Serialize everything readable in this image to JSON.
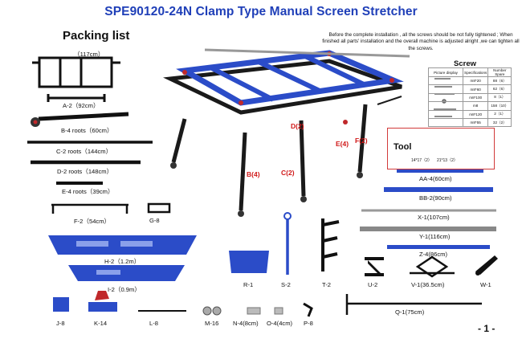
{
  "title": "SPE90120-24N Clamp Type Manual  Screen Stretcher",
  "packing_list": "Packing list",
  "note": "Before the complete installation , all the screws should be not fully tightened ; When finished all parts' installation and the overall machine is adjusted alright ,we can tighten all the screws.",
  "parts": {
    "a1": "（117cm）",
    "a2": "A-2（92cm）",
    "b4": "B-4 roots（60cm）",
    "c2": "C-2 roots（144cm）",
    "d2": "D-2 roots（148cm）",
    "e4": "E-4 roots（39cm）",
    "f2": "F-2（54cm）",
    "g8": "G-8",
    "h2": "H-2（1.2m）",
    "i2": "I-2（0.9m）",
    "j8": "J-8",
    "k14": "K-14",
    "l8": "L-8",
    "m16": "M-16",
    "n4": "N-4(8cm)",
    "o4": "O-4(4cm)",
    "p8": "P-8",
    "q1": "Q-1(75cm)",
    "r1": "R-1",
    "s2": "S-2",
    "t2": "T-2",
    "u2": "U-2",
    "v1": "V-1(36.5cm)",
    "w1": "W-1",
    "aa4": "AA-4(60cm)",
    "bb2": "BB-2(90cm)",
    "x1": "X-1(107cm)",
    "y1": "Y-1(116cm)",
    "z4": "Z-4(86cm)"
  },
  "machine_labels": {
    "d2": "D(2)",
    "e4": "E(4)",
    "f2": "F(2)",
    "b4": "B(4)",
    "c2": "C(2)"
  },
  "screw": {
    "heading": "Screw",
    "headers": [
      "Picture display",
      "Specifications",
      "Number  Spare"
    ],
    "rows": [
      {
        "spec": "m8*20",
        "num": "88（6）"
      },
      {
        "spec": "m8*60",
        "num": "62（6）"
      },
      {
        "spec": "m8*100",
        "num": "8（1）"
      },
      {
        "spec": "m8",
        "num": "158（10）"
      },
      {
        "spec": "m8*120",
        "num": "2（1）"
      },
      {
        "spec": "m8*55",
        "num": "32（2）"
      }
    ]
  },
  "tool": {
    "heading": "Tool",
    "wrench1": "14*17（2）",
    "wrench2": "21*13（2）"
  },
  "page_number": "- 1 -",
  "colors": {
    "title": "#1f3fb8",
    "blue_part": "#2b4cc8",
    "machine_frame": "#1a1a1a",
    "red_label": "#d01818"
  }
}
